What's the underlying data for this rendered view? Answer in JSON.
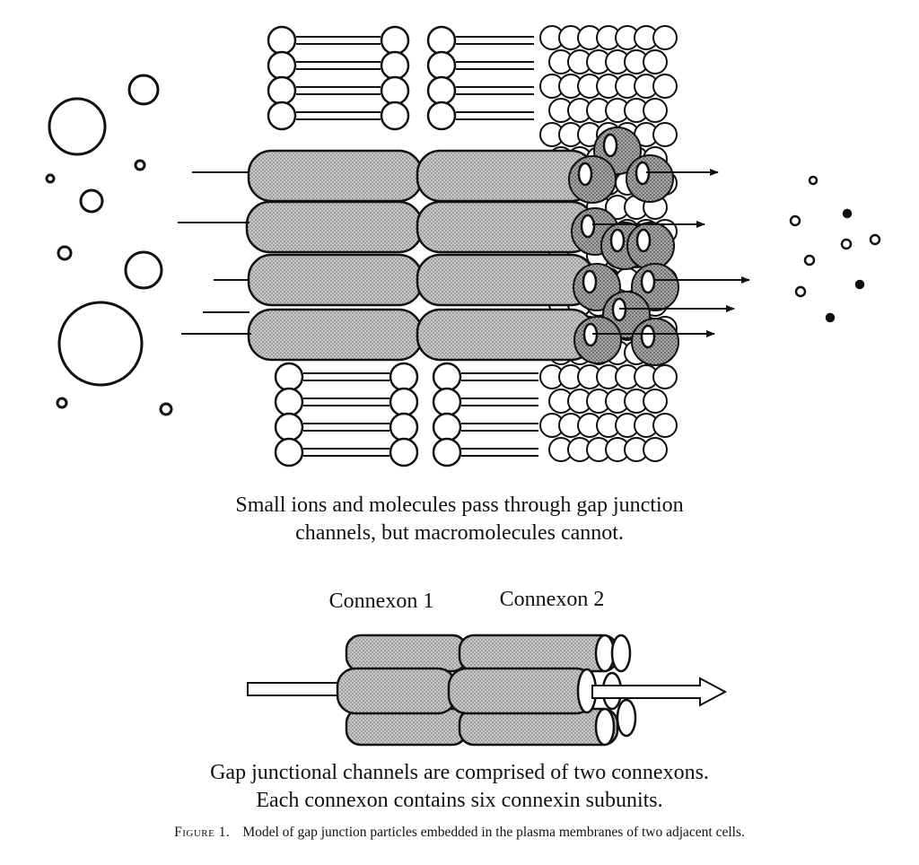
{
  "diagram": {
    "caption_top_line1": "Small ions and molecules pass through gap junction",
    "caption_top_line2": "channels, but macromolecules cannot.",
    "connexon1_label": "Connexon 1",
    "connexon2_label": "Connexon 2",
    "caption_bottom_line1": "Gap junctional channels are comprised of two connexons.",
    "caption_bottom_line2": "Each connexon contains six connexin subunits."
  },
  "figure": {
    "label": "Figure 1.",
    "caption": "Model of gap junction particles embedded in the plasma membranes of two adjacent cells."
  },
  "colors": {
    "ink": "#111111",
    "stipple": "#b9b9b9",
    "stipple_dark": "#9a9a9a",
    "background": "#ffffff"
  }
}
